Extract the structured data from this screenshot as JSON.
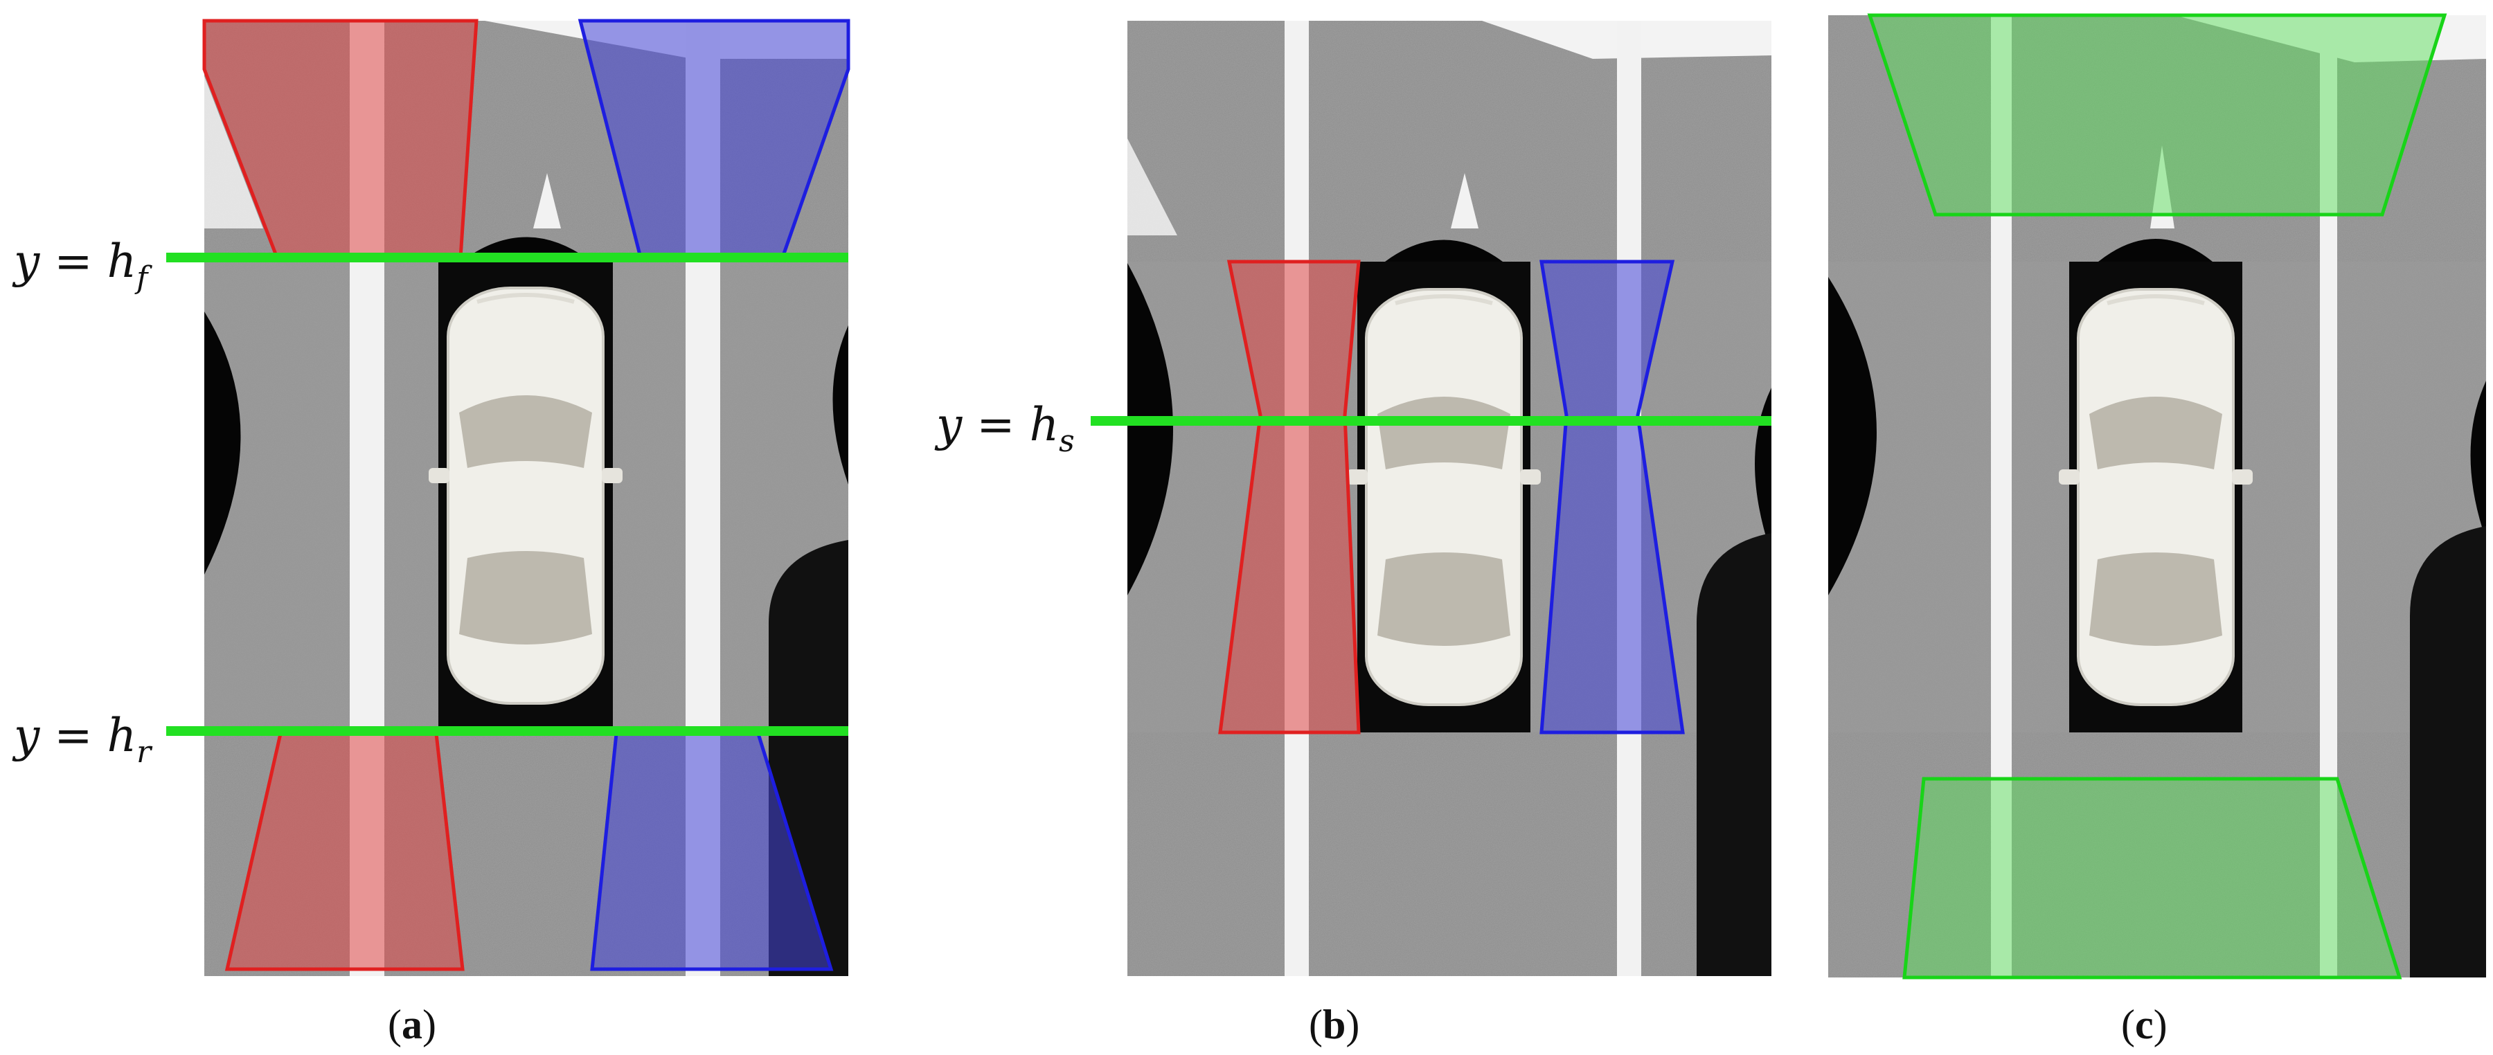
{
  "panels": [
    {
      "id": "a",
      "caption": {
        "open": "(",
        "letter": "a",
        "close": ")"
      },
      "line_labels": [
        {
          "lhs": "y",
          "eq": " = ",
          "h": "h",
          "sub": "f"
        },
        {
          "lhs": "y",
          "eq": " = ",
          "h": "h",
          "sub": "r"
        }
      ]
    },
    {
      "id": "b",
      "caption": {
        "open": "(",
        "letter": "b",
        "close": ")"
      },
      "line_labels": [
        {
          "lhs": "y",
          "eq": " = ",
          "h": "h",
          "sub": "s"
        }
      ]
    },
    {
      "id": "c",
      "caption": {
        "open": "(",
        "letter": "c",
        "close": ")"
      },
      "line_labels": []
    }
  ],
  "colors": {
    "red_region": "#e04848",
    "blue_region": "#4646d8",
    "green_region": "#5ee05e",
    "guide_line": "#22e022",
    "road": "#8a8a8a",
    "lane_marking": "#f2f2f2",
    "car_body": "#f0efe9",
    "car_glass": "#bdb9ae"
  }
}
